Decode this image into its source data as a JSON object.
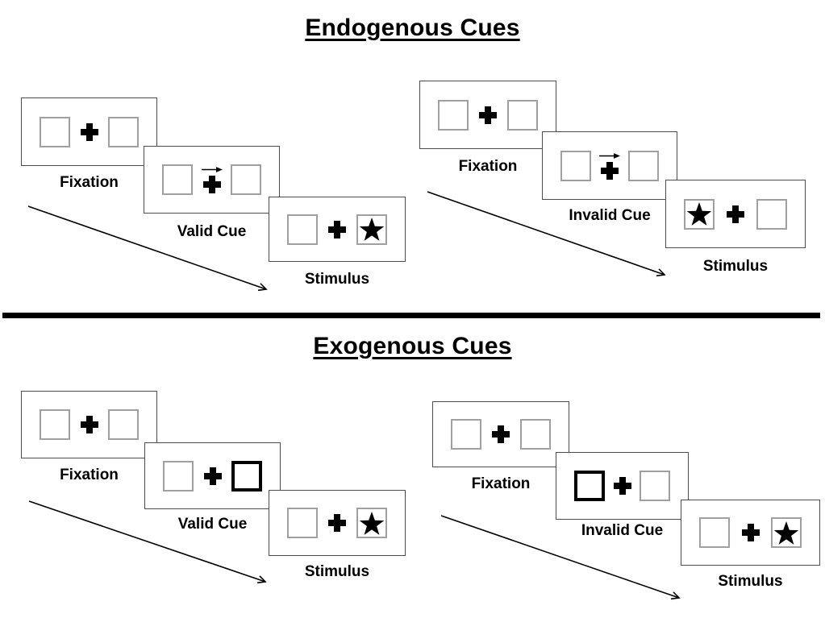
{
  "endogenous": {
    "title": "Endogenous Cues",
    "valid_sequence": {
      "fixation_label": "Fixation",
      "cue_label": "Valid Cue",
      "stimulus_label": "Stimulus"
    },
    "invalid_sequence": {
      "fixation_label": "Fixation",
      "cue_label": "Invalid Cue",
      "stimulus_label": "Stimulus"
    }
  },
  "exogenous": {
    "title": "Exogenous Cues",
    "valid_sequence": {
      "fixation_label": "Fixation",
      "cue_label": "Valid Cue",
      "stimulus_label": "Stimulus"
    },
    "invalid_sequence": {
      "fixation_label": "Fixation",
      "cue_label": "Invalid Cue",
      "stimulus_label": "Stimulus"
    }
  },
  "icons": {
    "fixation_cross": "plus-icon",
    "cue_arrow": "arrow-right-icon",
    "stimulus_star": "star-icon",
    "timeline_arrow": "diagonal-arrow-icon"
  },
  "colors": {
    "ink": "#000000",
    "panel_border": "#4d4d4d",
    "box_border": "#a0a0a0",
    "bold_box_border": "#000000",
    "background": "#ffffff"
  }
}
